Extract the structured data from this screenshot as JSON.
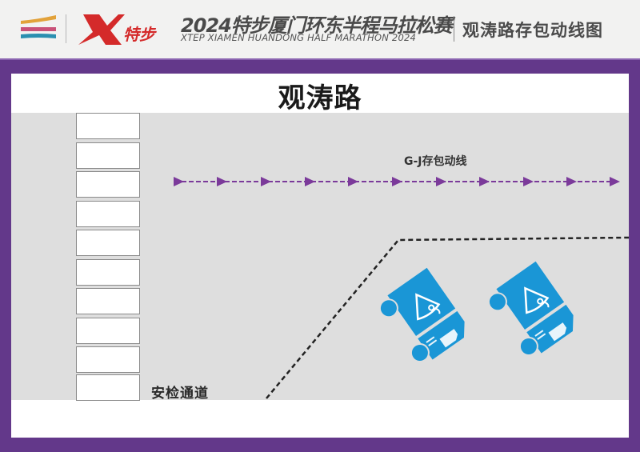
{
  "header": {
    "event_title_cn": "2024特步厦门环东半程马拉松赛",
    "event_title_en": "XTEP XIAMEN HUANDONG HALF MARATHON 2024",
    "brand_text": "特步",
    "page_title": "观涛路存包动线图"
  },
  "map": {
    "road_name": "观涛路",
    "flow_route_label": "G-J存包动线",
    "security_channel_label": "安检通道",
    "security_gates_count": 10,
    "bag_trucks_count": 2,
    "legend_icons": [
      "event-logo-bars-icon",
      "xtep-logo-icon",
      "direction-arrow-icon",
      "bag-truck-icon",
      "security-gate-box"
    ]
  },
  "colors": {
    "frame_purple": "#63388a",
    "route_arrow_purple": "#7b3a9a",
    "truck_blue": "#1a96d6",
    "road_gray": "#dedede",
    "brand_red": "#d42a2a"
  }
}
